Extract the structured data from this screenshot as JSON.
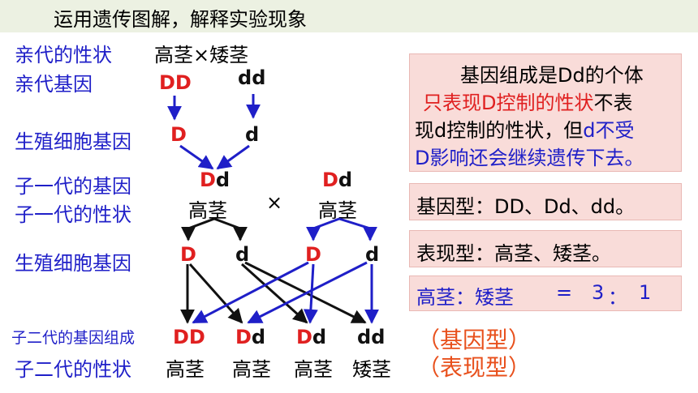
{
  "title": "运用遗传图解，解释实验现象",
  "labels": {
    "parent_traits": "亲代的性状",
    "parent_genes": "亲代基因",
    "gamete_genes_1": "生殖细胞基因",
    "f1_genes": "子一代的基因",
    "f1_traits": "子一代的性状",
    "gamete_genes_2": "生殖细胞基因",
    "f2_genes": "子二代的基因组成",
    "f2_traits": "子二代的性状"
  },
  "parents": {
    "traits_text": "高茎×矮茎",
    "p1": {
      "first": "D",
      "second": "D"
    },
    "p2": {
      "first": "d",
      "second": "d"
    }
  },
  "gametes1": {
    "g1": "D",
    "g2": "d"
  },
  "f1": {
    "left": {
      "first": "D",
      "second": "d",
      "trait": "高茎"
    },
    "cross": "×",
    "right": {
      "first": "D",
      "second": "d",
      "trait": "高茎"
    }
  },
  "gametes2": {
    "g1": "D",
    "g2": "d",
    "g3": "D",
    "g4": "d"
  },
  "f2": {
    "c1": {
      "first": "D",
      "second": "D",
      "trait": "高茎"
    },
    "c2": {
      "first": "D",
      "second": "d",
      "trait": "高茎"
    },
    "c3": {
      "first": "D",
      "second": "d",
      "trait": "高茎"
    },
    "c4": {
      "first": "d",
      "second": "d",
      "trait": "矮茎"
    }
  },
  "annotations": {
    "genotype_tag": "（基因型）",
    "phenotype_tag": "（表现型）"
  },
  "info_boxes": {
    "box1": {
      "line1": "基因组成是Dd的个体",
      "line2_red": "只表现D控制的性状",
      "line2_black": "不表",
      "line3_black": "现d控制的性状，但",
      "line3_blue": "d不受",
      "line4_blue": "D影响还会继续遗传下去。"
    },
    "box2": "基因型：DD、Dd、dd。",
    "box3": "表现型：高茎、矮茎。",
    "box4": {
      "left": "高茎：矮茎",
      "eq": "=",
      "n1": "3",
      "colon": "：",
      "n2": "1"
    }
  },
  "colors": {
    "label_blue": "#1f1fc8",
    "dominant_red": "#e02020",
    "arrow_blue": "#1f1fc8",
    "arrow_black": "#111111",
    "annotation_orange": "#e8501c",
    "box_fill": "#f9dcd9",
    "title_band": "#ecf1e2"
  }
}
